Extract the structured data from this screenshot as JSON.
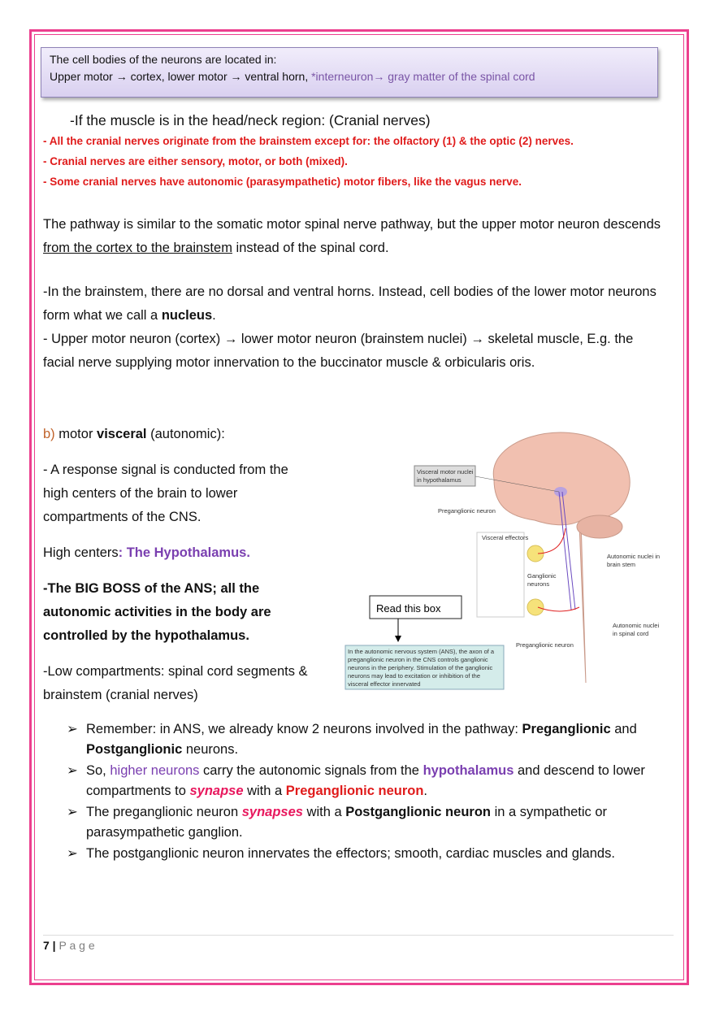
{
  "callout": {
    "line1": "The cell bodies of the neurons are located in:",
    "line2_a": "Upper motor → cortex, lower motor → ventral horn, ",
    "line2_b": "*interneuron→ gray matter of the spinal cord"
  },
  "cranial": {
    "heading": "-If the muscle is in the head/neck region: (Cranial nerves)",
    "notes": [
      "- All the cranial nerves originate from the brainstem except for: the olfactory (1) & the optic (2) nerves.",
      "- Cranial nerves are either sensory, motor, or both (mixed).",
      "- Some cranial nerves have autonomic (parasympathetic) motor fibers, like the vagus nerve."
    ]
  },
  "pathway": {
    "a": "The pathway is similar to the somatic motor spinal nerve pathway, but the upper motor neuron descends ",
    "underlined": "from the cortex to the brainstem",
    "b": " instead of the spinal cord."
  },
  "brainstem": {
    "a": "-In the brainstem, there are no dorsal and ventral horns. Instead, cell bodies of the lower motor neurons form what we call a ",
    "bold": "nucleus",
    "b": ".",
    "c": "- Upper motor neuron (cortex) → lower motor neuron (brainstem nuclei) → skeletal muscle, E.g. the facial nerve supplying motor innervation to the buccinator muscle & orbicularis oris."
  },
  "visceral": {
    "letter": "b)",
    "a": " motor ",
    "bold": "visceral",
    "b": " (autonomic):",
    "p1": "- A response signal is conducted from the high centers of the brain to lower compartments of the CNS.",
    "p2a": "High centers",
    "p2b": ": The Hypothalamus.",
    "p3": "-The BIG BOSS of the ANS; all the autonomic activities in the body are controlled by the hypothalamus.",
    "p4": "-Low compartments: spinal cord segments & brainstem (cranial nerves)"
  },
  "figure": {
    "label_hypothalamus_1": "Visceral motor nuclei",
    "label_hypothalamus_2": "in hypothalamus",
    "label_pre1": "Preganglionic neuron",
    "label_effectors": "Visceral effectors",
    "label_ganglionic_1": "Ganglionic",
    "label_ganglionic_2": "neurons",
    "label_brainstem_1": "Autonomic nuclei in",
    "label_brainstem_2": "brain stem",
    "label_spinal_1": "Autonomic nuclei",
    "label_spinal_2": "in spinal cord",
    "label_pre2": "Preganglionic neuron",
    "read_box": "Read this box",
    "caption": [
      "In the autonomic nervous system (ANS), the axon of a",
      "preganglionic neuron in the CNS controls ganglionic",
      "neurons in the periphery. Stimulation of the ganglionic",
      "neurons may lead to excitation or inhibition of the",
      "visceral effector innervated"
    ]
  },
  "bullets": [
    {
      "a": "Remember: in ANS, we already know 2 neurons involved in the pathway: ",
      "b1": "Preganglionic",
      "c": " and ",
      "b2": "Postganglionic",
      "d": " neurons."
    },
    {
      "a": "So, ",
      "p1": "higher neurons",
      "b": " carry the autonomic signals from the ",
      "p2": "hypothalamus",
      "c": " and descend to lower compartments to ",
      "i1": "synapse",
      "d": " with a ",
      "r1": "Preganglionic neuron",
      "e": "."
    },
    {
      "a": "The preganglionic neuron ",
      "i1": "synapses",
      "b": " with a ",
      "b1": "Postganglionic neuron",
      "c": " in a sympathetic or parasympathetic ganglion."
    },
    {
      "a": "The postganglionic neuron innervates the effectors; smooth, cardiac muscles and glands."
    }
  ],
  "bullet_symbol": "➢",
  "footer": {
    "page": "7",
    "sep": " | ",
    "label": "P a g e"
  },
  "colors": {
    "border": "#ec3f8e",
    "red": "#e01b1b",
    "purple": "#7a3fb0",
    "pink": "#e8175d"
  }
}
